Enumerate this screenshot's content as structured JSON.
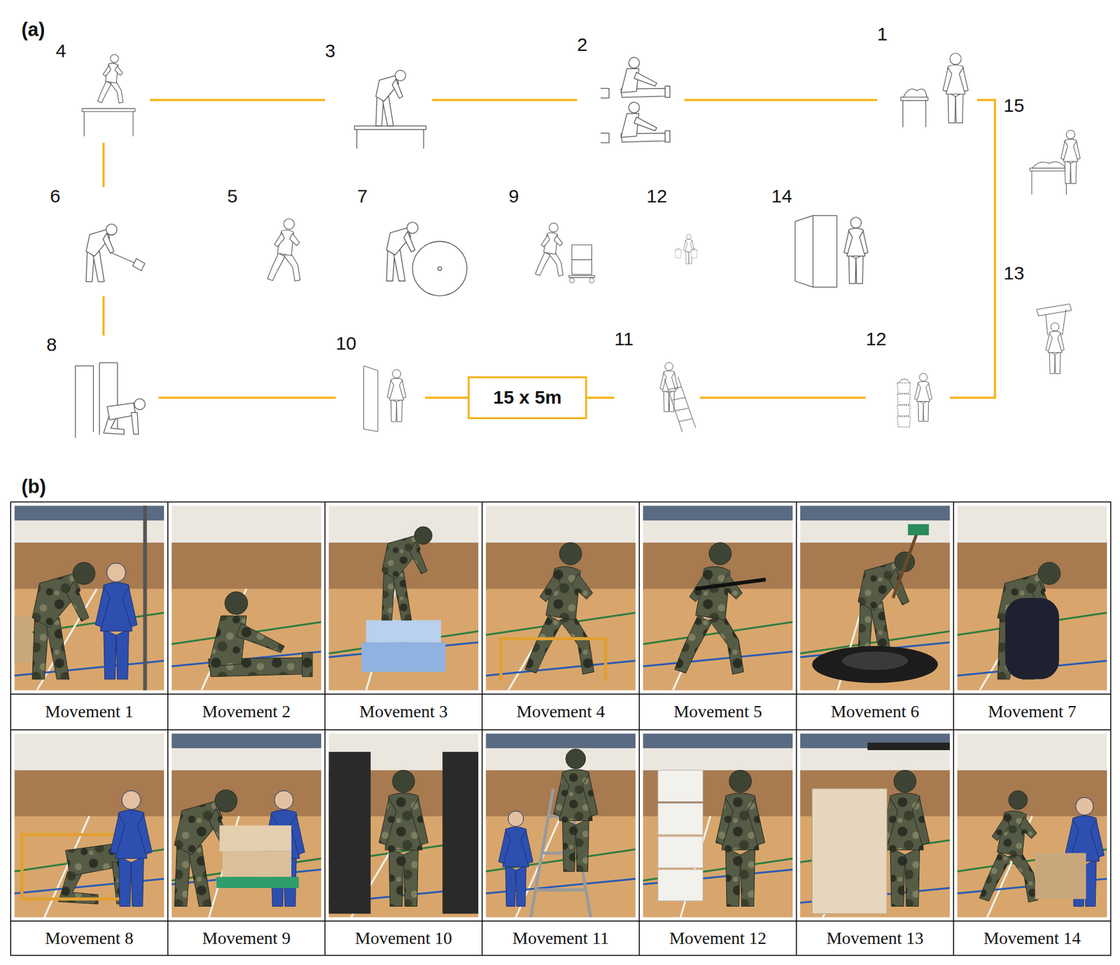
{
  "diagram": {
    "nodes": [
      {
        "text": [
          "4"
        ]
      },
      {
        "text": [
          "3"
        ]
      },
      {
        "text": [
          "2"
        ]
      },
      {
        "text": [
          "1"
        ]
      },
      {
        "text": [
          "15"
        ]
      },
      {
        "text": [
          "6"
        ]
      },
      {
        "text": [
          "5"
        ]
      },
      {
        "text": [
          "7"
        ]
      },
      {
        "text": [
          "9"
        ]
      },
      {
        "text": [
          "12"
        ]
      },
      {
        "text": [
          "14"
        ]
      },
      {
        "text": [
          "13"
        ]
      },
      {
        "text": [
          "8"
        ]
      },
      {
        "text": [
          "10"
        ]
      },
      {
        "text": [
          "15 x 5m"
        ]
      },
      {
        "text": [
          "11"
        ]
      },
      {
        "text": [
          "12"
        ]
      }
    ],
    "edges": [
      {
        "from": 0,
        "to": 1,
        "arrow": "none"
      },
      {
        "from": 1,
        "to": 2,
        "arrow": "none"
      },
      {
        "from": 2,
        "to": 3,
        "arrow": "none"
      },
      {
        "from": 3,
        "to": 16,
        "arrow": "none"
      },
      {
        "from": 16,
        "to": 15,
        "arrow": "none"
      },
      {
        "from": 15,
        "to": 14,
        "arrow": "none"
      },
      {
        "from": 14,
        "to": 13,
        "arrow": "none"
      },
      {
        "from": 13,
        "to": 12,
        "arrow": "none"
      },
      {
        "from": 12,
        "to": 5,
        "arrow": "none"
      },
      {
        "from": 5,
        "to": 0,
        "arrow": "none"
      }
    ],
    "labels": [
      "(a)",
      "(b)",
      "Movement 1",
      "Movement 2",
      "Movement 3",
      "Movement 4",
      "Movement 5",
      "Movement 6",
      "Movement 7",
      "Movement 8",
      "Movement 9",
      "Movement 10",
      "Movement 11",
      "Movement 12",
      "Movement 13",
      "Movement 14"
    ]
  }
}
